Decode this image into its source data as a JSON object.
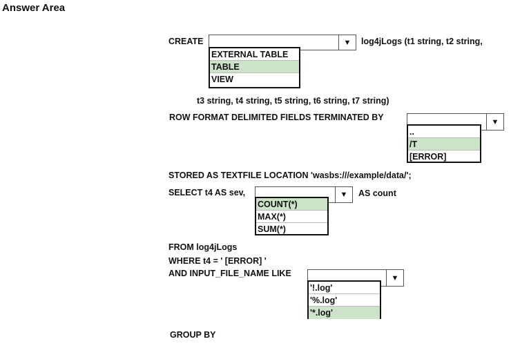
{
  "title": "Answer Area",
  "lines": {
    "create": "CREATE",
    "table_def_1": "log4jLogs (t1 string, t2 string,",
    "table_def_2": "t3 string, t4 string, t5 string, t6 string, t7 string)",
    "row_format": "ROW FORMAT DELIMITED FIELDS TERMINATED BY",
    "stored_as": "STORED AS TEXTFILE LOCATION 'wasbs:///example/data/';",
    "select": "SELECT t4 AS sev,",
    "as_count": "AS count",
    "from": "FROM log4jLogs",
    "where": "WHERE t4 = ' [ERROR] '",
    "and_input": "AND INPUT_FILE_NAME LIKE",
    "group_by": "GROUP BY"
  },
  "dropdown_arrow": "▼",
  "dropdowns": {
    "table_type": {
      "options": [
        "EXTERNAL TABLE",
        "TABLE",
        "VIEW"
      ],
      "selected": "TABLE"
    },
    "delimiter": {
      "options": [
        "..",
        "/T",
        "[ERROR]"
      ],
      "selected": "/T"
    },
    "aggregate": {
      "options": [
        "COUNT(*)",
        "MAX(*)",
        "SUM(*)"
      ],
      "selected": "COUNT(*)"
    },
    "file_pattern": {
      "options": [
        "'!.log'",
        "'%.log'",
        "'*.log'"
      ],
      "selected": "'*.log'"
    }
  },
  "colors": {
    "selected_bg": "#cce3c9"
  }
}
